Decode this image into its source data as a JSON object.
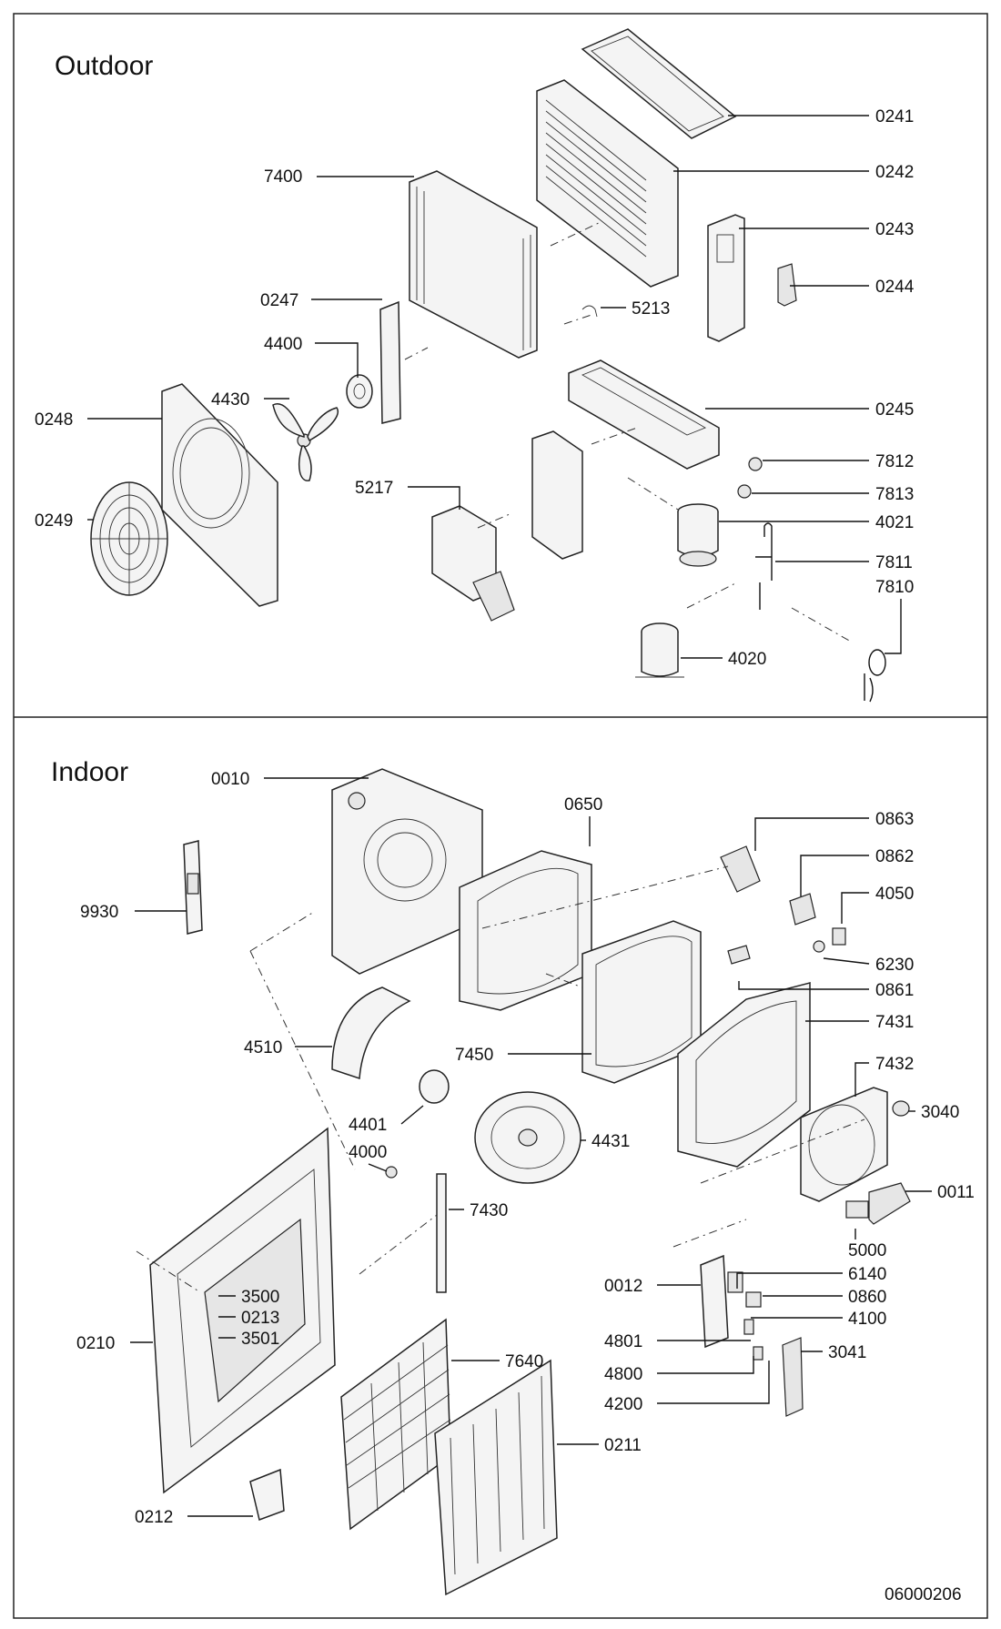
{
  "sections": {
    "outdoor_title": "Outdoor",
    "indoor_title": "Indoor"
  },
  "drawing_number": "06000206",
  "outdoor_parts": [
    "0241",
    "0242",
    "7400",
    "0243",
    "0244",
    "0247",
    "5213",
    "4400",
    "4430",
    "0248",
    "0245",
    "7812",
    "7813",
    "5217",
    "4021",
    "0249",
    "7811",
    "7810",
    "4020"
  ],
  "indoor_parts": [
    "0010",
    "0650",
    "0863",
    "0862",
    "9930",
    "4050",
    "6230",
    "0861",
    "4510",
    "7431",
    "7450",
    "7432",
    "3040",
    "4401",
    "4431",
    "4000",
    "7430",
    "0011",
    "5000",
    "6140",
    "0012",
    "0860",
    "3500",
    "0213",
    "4100",
    "3501",
    "4801",
    "3041",
    "0210",
    "7640",
    "4800",
    "4200",
    "0211",
    "0212"
  ]
}
